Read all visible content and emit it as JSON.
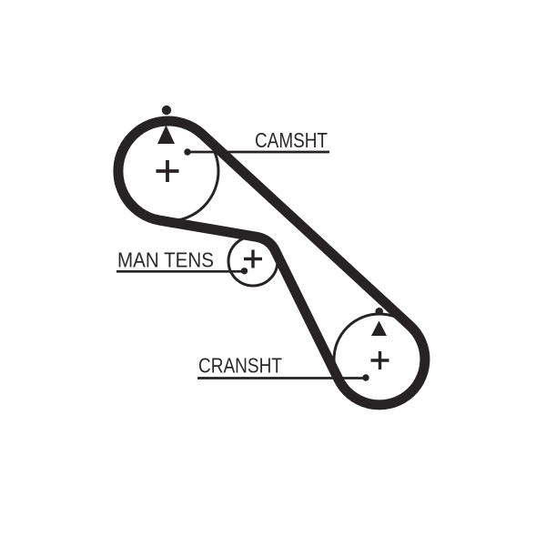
{
  "diagram": {
    "kind": "timing-belt-routing-diagram",
    "ink_color": "#272324",
    "background_color": "#ffffff",
    "pulleys": [
      {
        "id": "camshaft",
        "label": "CAMSHT",
        "markers": [
          "alignment-dot",
          "alignment-triangle",
          "center-cross"
        ]
      },
      {
        "id": "tensioner",
        "label": "MAN TENS",
        "markers": [
          "center-cross"
        ]
      },
      {
        "id": "crankshaft",
        "label": "CRANSHT",
        "markers": [
          "alignment-dot",
          "alignment-triangle",
          "center-cross"
        ]
      }
    ]
  }
}
